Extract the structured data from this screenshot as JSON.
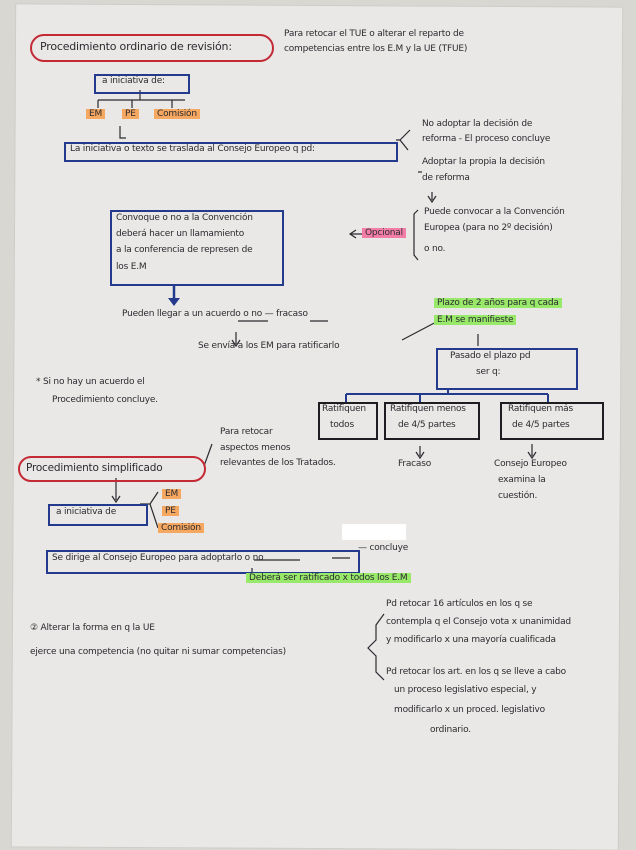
{
  "title_ordinary": "Procedimiento ordinario de revisión:",
  "note_top": [
    "Para retocar el TUE o alterar el reparto de",
    "competencias entre los E.M y la UE (TFUE)"
  ],
  "initiative_label": "a iniciativa de:",
  "initiators": [
    "EM",
    "PE",
    "Comisión"
  ],
  "transfer_box": "La iniciativa o texto se traslada al Consejo Europeo q pd:",
  "opt_no_adopt": [
    "No adoptar la decisión de",
    "reforma - El proceso concluye"
  ],
  "opt_adopt": [
    "Adoptar la propia la decisión",
    "de reforma"
  ],
  "convention_text": [
    "Puede convocar a la Convención",
    "Europea (para no 2º decisión)",
    "o no."
  ],
  "optional_label": "Opcional",
  "conference_box": [
    "Convoque o no a la Convención",
    "deberá hacer un llamamiento",
    "a la conferencia de represen de",
    "los E.M"
  ],
  "agreement_line": "Pueden llegar a un acuerdo o no — fracaso",
  "ratify_line": "Se envía a los EM para ratificarlo",
  "deadline_note": [
    "Plazo de 2 años para q cada",
    "E.M se manifieste"
  ],
  "deadline_box": [
    "Pasado el plazo pd",
    "ser q:"
  ],
  "outcome_boxes": [
    [
      "Ratifiquen",
      "todos"
    ],
    [
      "Ratifiquen menos",
      "de 4/5 partes"
    ],
    [
      "Ratifiquen más",
      "de 4/5 partes"
    ]
  ],
  "outcome_failure": "Fracaso",
  "outcome_council": [
    "Consejo Europeo",
    "examina la",
    "cuestión."
  ],
  "no_agreement_note": [
    "* Si no hay un acuerdo el",
    "Procedimiento concluye."
  ],
  "title_simplified": "Procedimiento simplificado",
  "simplified_note": [
    "Para retocar",
    "aspectos menos",
    "relevantes de los Tratados."
  ],
  "simplified_initiative": "a iniciativa de",
  "simplified_initiators": [
    "EM",
    "PE",
    "Comisión"
  ],
  "simplified_box": "Se dirige al Consejo Europeo para adoptarlo o no",
  "simplified_concludes": "— concluye",
  "must_ratify": "Deberá ser ratificado x todos los E.M",
  "alter_line": "② Alterar la forma en q la UE",
  "exercise_line": "ejerce una competencia (no quitar ni sumar competencias)",
  "right_block_1": [
    "Pd retocar 16 artículos en los q se",
    "contempla q el Consejo vota x unanimidad",
    "y modificarlo x una mayoría cualificada"
  ],
  "right_block_2": [
    "Pd retocar los art. en los q se lleve a cabo",
    "un proceso legislativo especial, y",
    "modificarlo x un proced. legislativo",
    "ordinario."
  ]
}
